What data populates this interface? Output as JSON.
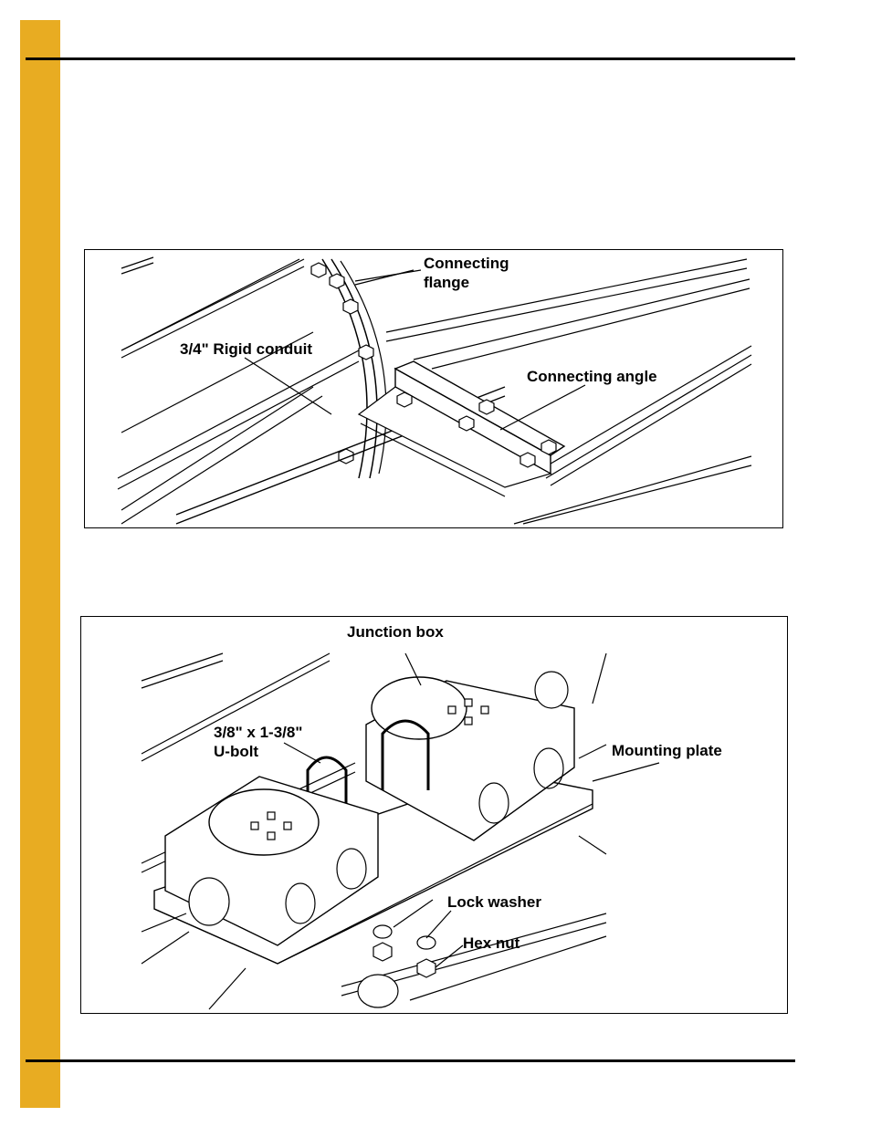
{
  "page": {
    "accent_color": "#E8AC22",
    "rule_color": "#000000"
  },
  "figure_1": {
    "callouts": {
      "connecting_flange": "Connecting\nflange",
      "rigid_conduit": "3/4\" Rigid conduit",
      "connecting_angle": "Connecting angle"
    }
  },
  "figure_2": {
    "callouts": {
      "junction_box": "Junction box",
      "u_bolt": "3/8\" x 1-3/8\"\nU-bolt",
      "mounting_plate": "Mounting plate",
      "lock_washer": "Lock washer",
      "hex_nut": "Hex nut"
    }
  }
}
